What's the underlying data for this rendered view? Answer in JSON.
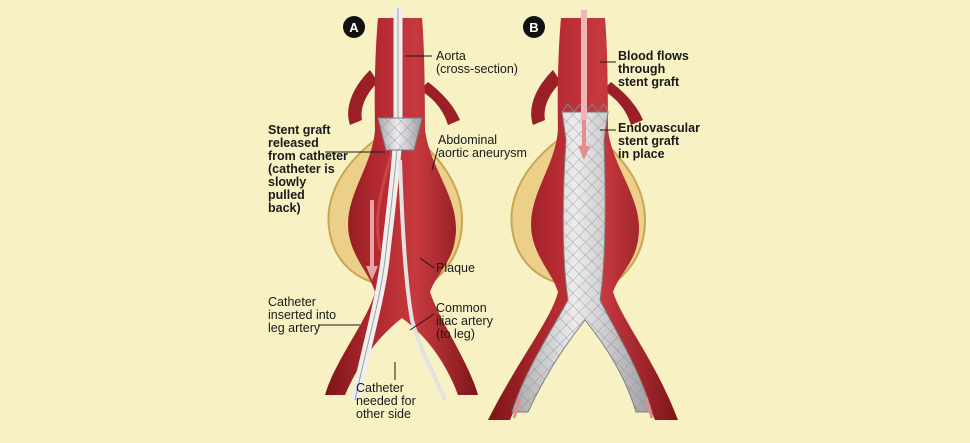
{
  "panels": {
    "a": {
      "badge": "A",
      "labels": {
        "aorta": "Aorta\n(cross-section)",
        "stent_released": "Stent graft\nreleased\nfrom catheter\n(catheter is\nslowly\npulled\nback)",
        "aneurysm": "Abdominal\naortic aneurysm",
        "plaque": "Plaque",
        "catheter_leg": "Catheter\ninserted into\nleg artery",
        "iliac": "Common\niliac artery\n(to leg)",
        "catheter_other": "Catheter\nneeded for\nother side"
      }
    },
    "b": {
      "badge": "B",
      "labels": {
        "blood_flows": "Blood flows\nthrough\nstent graft",
        "endovascular": "Endovascular\nstent graft\nin place"
      }
    }
  },
  "colors": {
    "background": "#f7f1c4",
    "artery": "#a8232b",
    "artery_dark": "#7e1519",
    "plaque": "#ecd08a",
    "stent": "#d6d6d8",
    "catheter": "#eeeeee"
  }
}
